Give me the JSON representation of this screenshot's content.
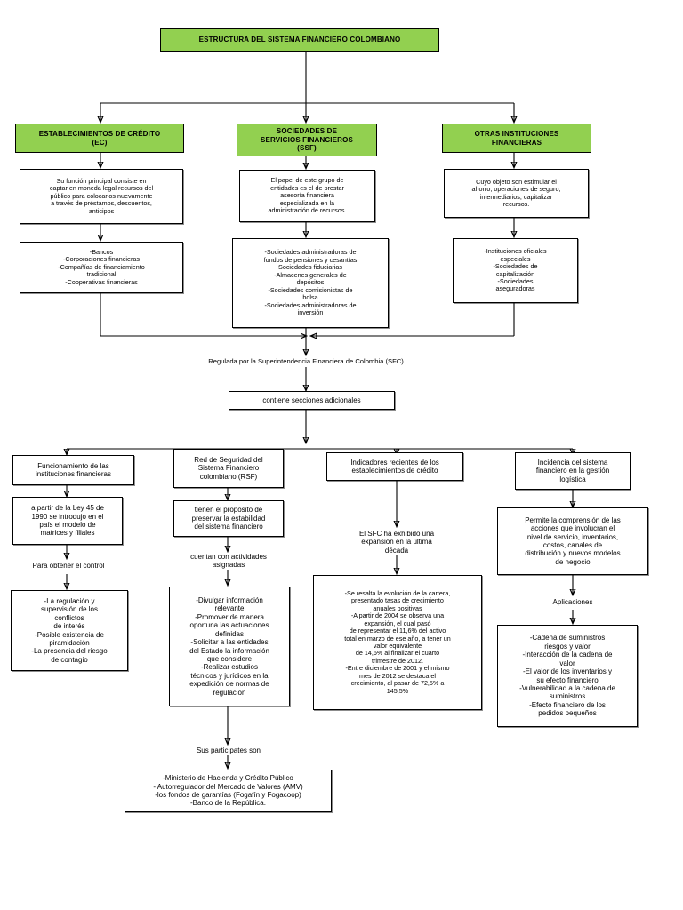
{
  "diagram": {
    "title": "ESTRUCTURA DEL SISTEMA FINANCIERO COLOMBIANO",
    "type": "flowchart",
    "colors": {
      "header_fill": "#92d050",
      "box_fill": "#ffffff",
      "border": "#000000",
      "text": "#000000"
    },
    "nodes": {
      "root": "ESTRUCTURA DEL SISTEMA FINANCIERO COLOMBIANO",
      "branch_ec": "ESTABLECIMIENTOS DE CRÉDITO\n(EC)",
      "branch_ssf": "SOCIEDADES DE\nSERVICIOS FINANCIEROS\n(SSF)",
      "branch_oif": "OTRAS INSTITUCIONES\nFINANCIERAS",
      "ec_desc": "Su función principal consiste en\ncaptar en moneda legal recursos del\npúblico para colocarlos nuevamente\na través de préstamos, descuentos,\nanticipos",
      "ec_list": "-Bancos\n-Corporaciones financieras\n-Compañías de financiamiento\ntradicional\n-Cooperativas financieras",
      "ssf_desc": "El papel de este grupo de\nentidades es el de prestar\nasesoría financiera\nespecializada en la\nadministración de recursos.",
      "ssf_list": "-Sociedades administradoras de\nfondos de pensiones y cesantías\nSociedades fiduciarias\n-Almacenes generales de\ndepósitos\n-Sociedades comisionistas de\nbolsa\n-Sociedades administradoras de\ninversión",
      "oif_desc": "Cuyo objeto son estimular el\nahorro, operaciones de seguro,\nintermediarios, capitalizar\nrecursos.",
      "oif_list": "-Instituciones oficiales\nespeciales\n-Sociedades de\ncapitalización\n-Sociedades\naseguradoras",
      "regulator": "Regulada por la Superintendencia Financiera de Colombia (SFC)",
      "sections": "contiene secciones adicionales",
      "col1_title": "Funcionamiento de las\ninstituciones financieras",
      "col1_body": "a partir de la Ley 45 de\n1990 se introdujo en el\npaís el modelo de\nmatrices y filiales",
      "col1_link": "Para obtener el control",
      "col1_list": "-La regulación y\nsupervisión de los\nconflictos\nde interés\n-Posible existencia de\npiramidación\n-La presencia del riesgo\nde contagio",
      "col2_title": "Red de Seguridad del\nSistema Financiero\ncolombiano (RSF)",
      "col2_body": "tienen el propósito de\npreservar la estabilidad\ndel sistema financiero",
      "col2_link": "cuentan con actividades\nasignadas",
      "col2_list": "-Divulgar información\nrelevante\n-Promover de manera\noportuna las actuaciones\ndefinidas\n-Solicitar a las entidades\ndel Estado la información\nque considere\n-Realizar estudios\ntécnicos y jurídicos en la\nexpedición de normas de\nregulación",
      "col2_link2": "Sus participates son",
      "col2_participants": "-Ministerio de Hacienda y Crédito Público\n- Autorregulador del Mercado de Valores (AMV)\n-los fondos de garantías (Fogafín y Fogacoop)\n-Banco de la República.",
      "col3_title": "Indicadores recientes de los\nestablecimientos de crédito",
      "col3_link": "El SFC ha exhibido una\nexpansión en la última\ndécada",
      "col3_list": "-Se resalta la evolución de la cartera,\npresentado tasas de crecimiento\nanuales positivas\n-A partir de 2004 se observa una\nexpansión, el cual pasó\nde representar el 11,6% del activo\ntotal en marzo de ese año, a tener un\nvalor equivalente\nde 14,6% al finalizar el cuarto\ntrimestre de 2012.\n-Entre diciembre de 2001 y el mismo\nmes de 2012 se destaca el\ncrecimiento, al pasar de 72,5% a\n145,5%",
      "col4_title": "Incidencia del sistema\nfinanciero en la gestión\nlogística",
      "col4_body": "Permite la comprensión de las\nacciones que involucran el\nnivel de servicio, inventarios,\ncostos, canales de\ndistribución y nuevos modelos\nde negocio",
      "col4_link": "Aplicaciones",
      "col4_list": "-Cadena de suministros\nriesgos y valor\n-Interacción de la cadena de\nvalor\n-El valor de los inventarios y\nsu efecto financiero\n-Vulnerabilidad a la cadena de\nsuministros\n-Efecto financiero de los\npedidos pequeños"
    }
  }
}
